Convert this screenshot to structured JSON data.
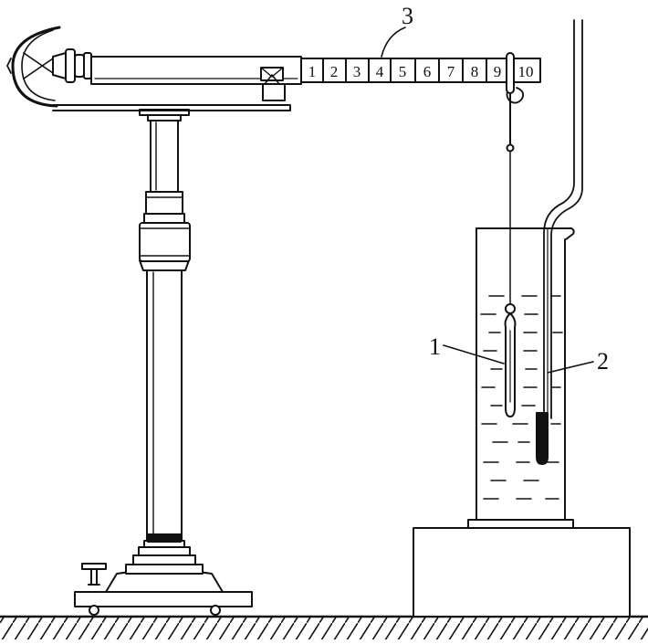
{
  "labels": {
    "callout_1": "1",
    "callout_2": "2",
    "callout_3": "3"
  },
  "beam_scale": [
    "1",
    "2",
    "3",
    "4",
    "5",
    "6",
    "7",
    "8",
    "9",
    "10"
  ],
  "colors": {
    "ink": "#111111",
    "background": "#ffffff"
  }
}
